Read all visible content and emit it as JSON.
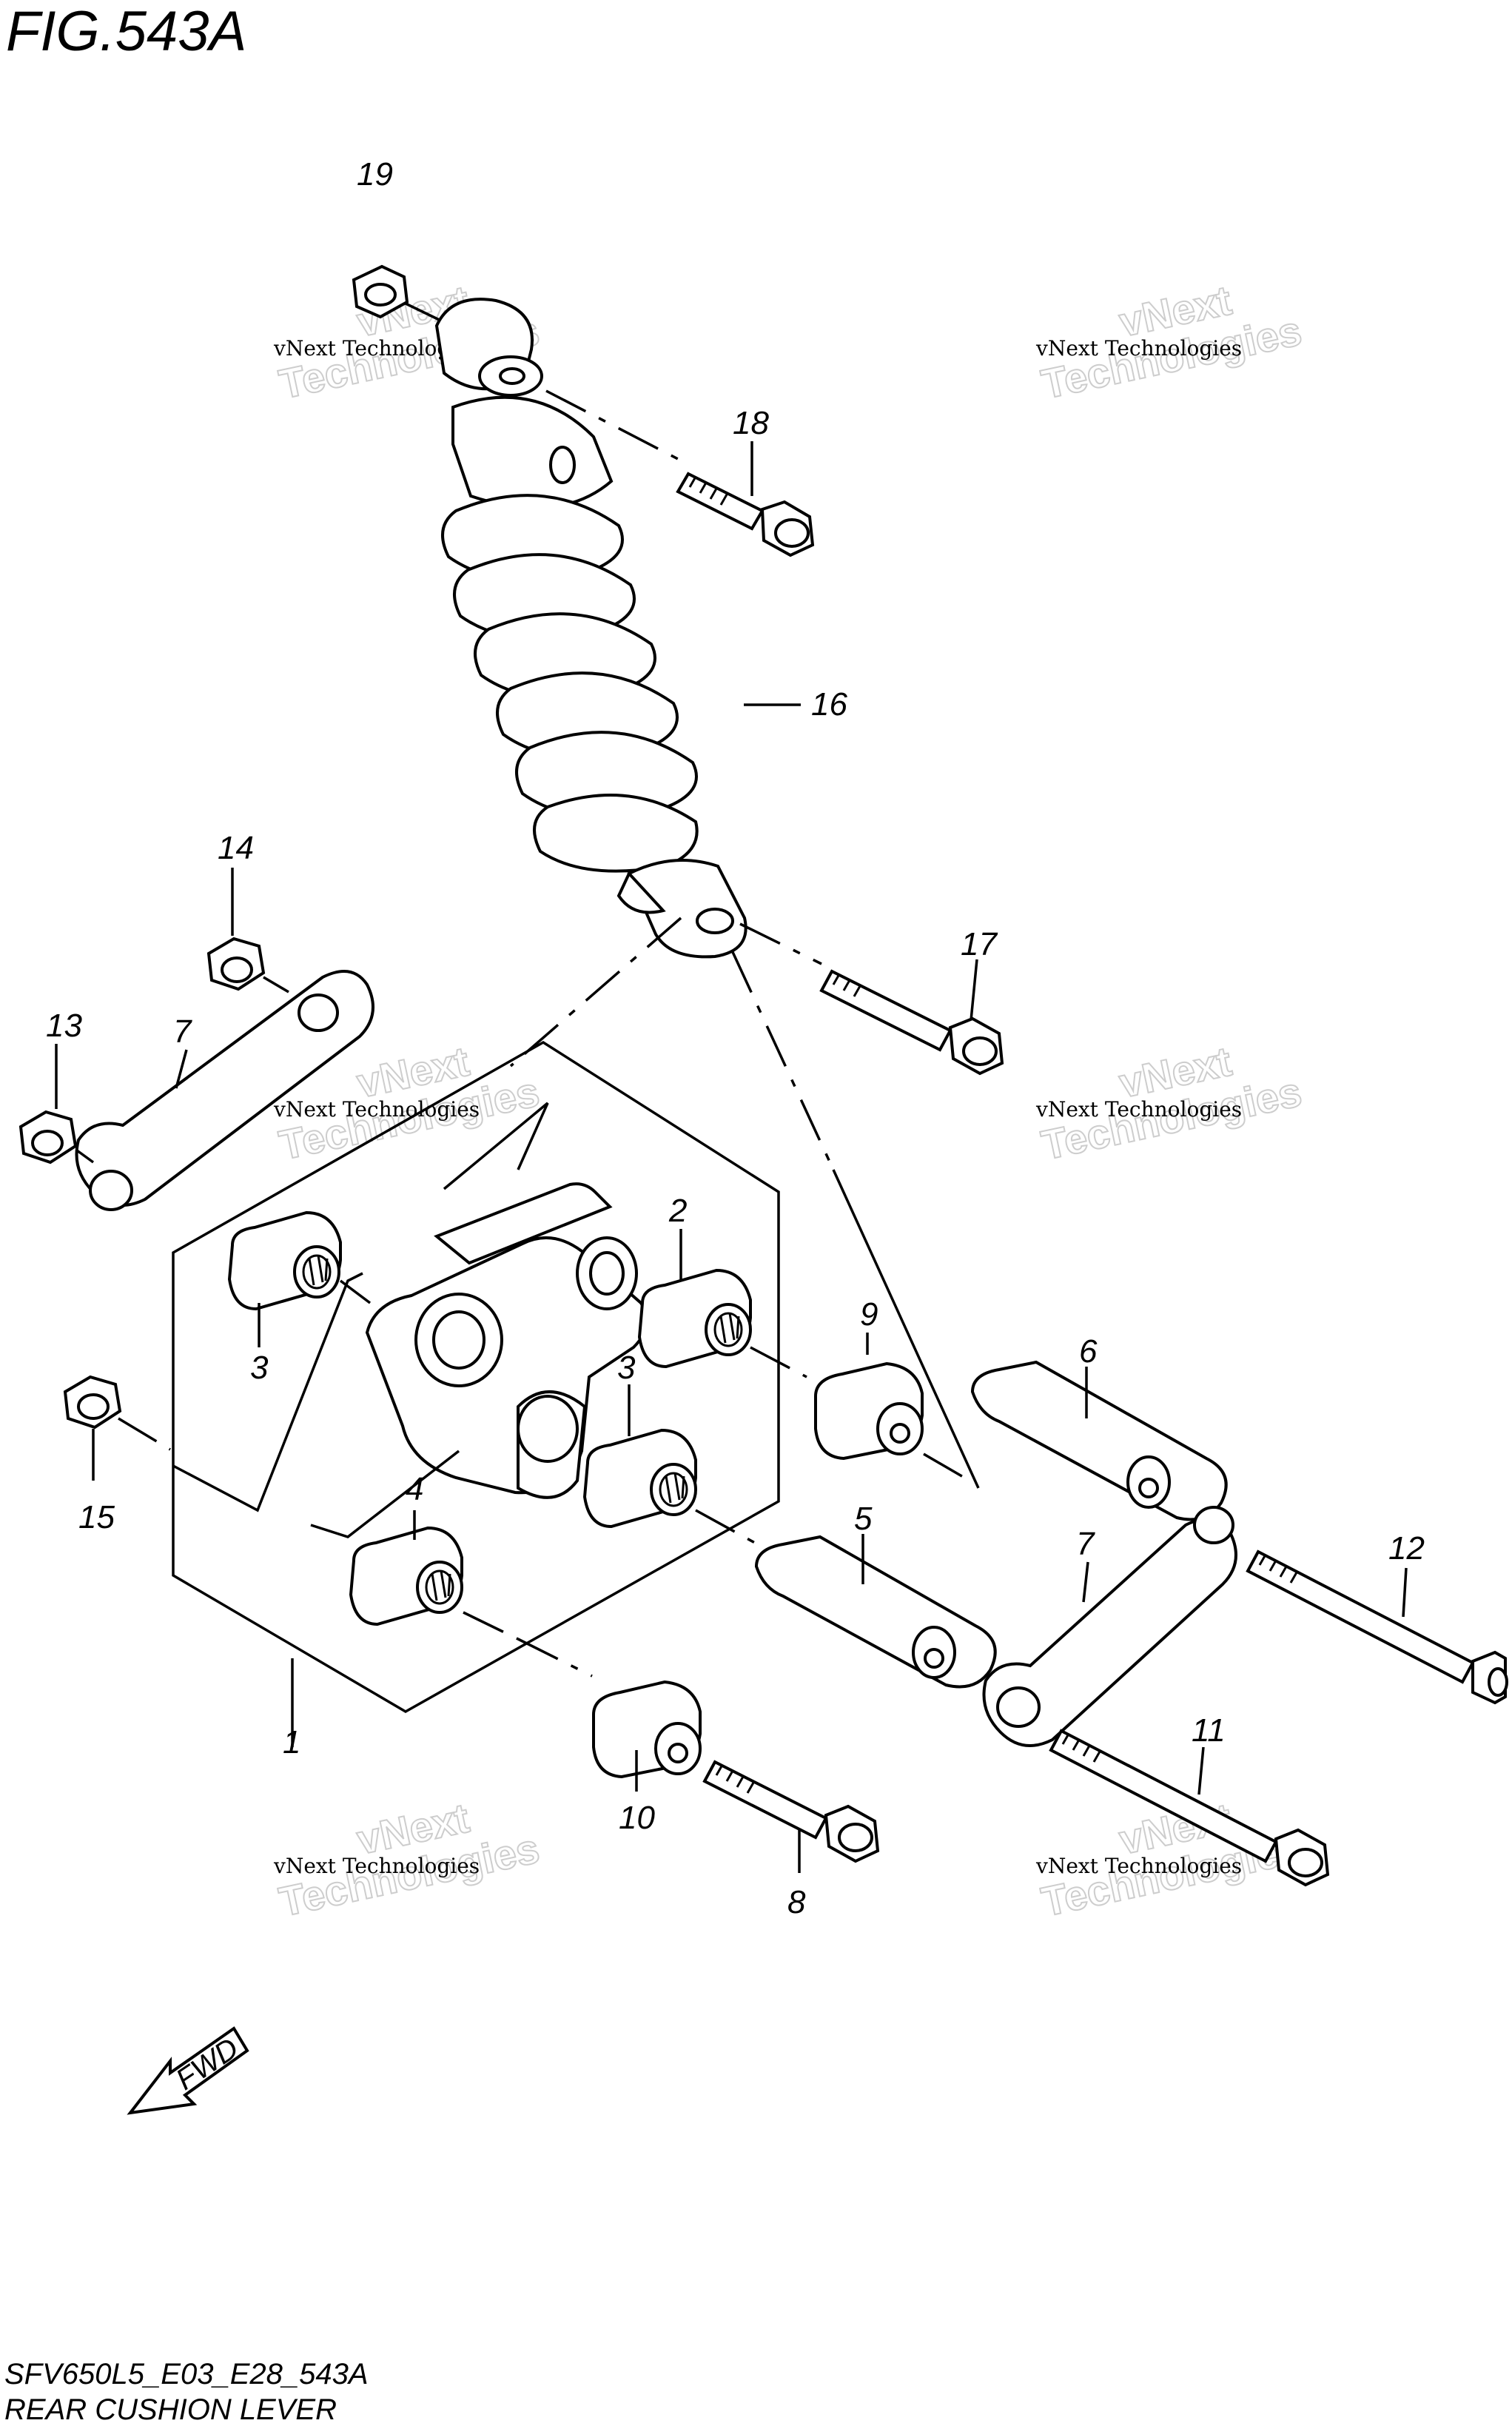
{
  "figure": {
    "title": "FIG.543A"
  },
  "footer": {
    "code": "SFV650L5_E03_E28_543A",
    "name": "REAR CUSHION LEVER"
  },
  "watermark": {
    "line1": "vNext Technologies",
    "line2": "vNext",
    "line3": "Technologies"
  },
  "fwd_arrow": {
    "label": "FWD"
  },
  "parts": {
    "p1": "1",
    "p2": "2",
    "p3a": "3",
    "p3b": "3",
    "p4": "4",
    "p5": "5",
    "p6": "6",
    "p7a": "7",
    "p7b": "7",
    "p8": "8",
    "p9": "9",
    "p10": "10",
    "p11": "11",
    "p12": "12",
    "p13": "13",
    "p14": "14",
    "p15": "15",
    "p16": "16",
    "p17": "17",
    "p18": "18",
    "p19": "19"
  }
}
